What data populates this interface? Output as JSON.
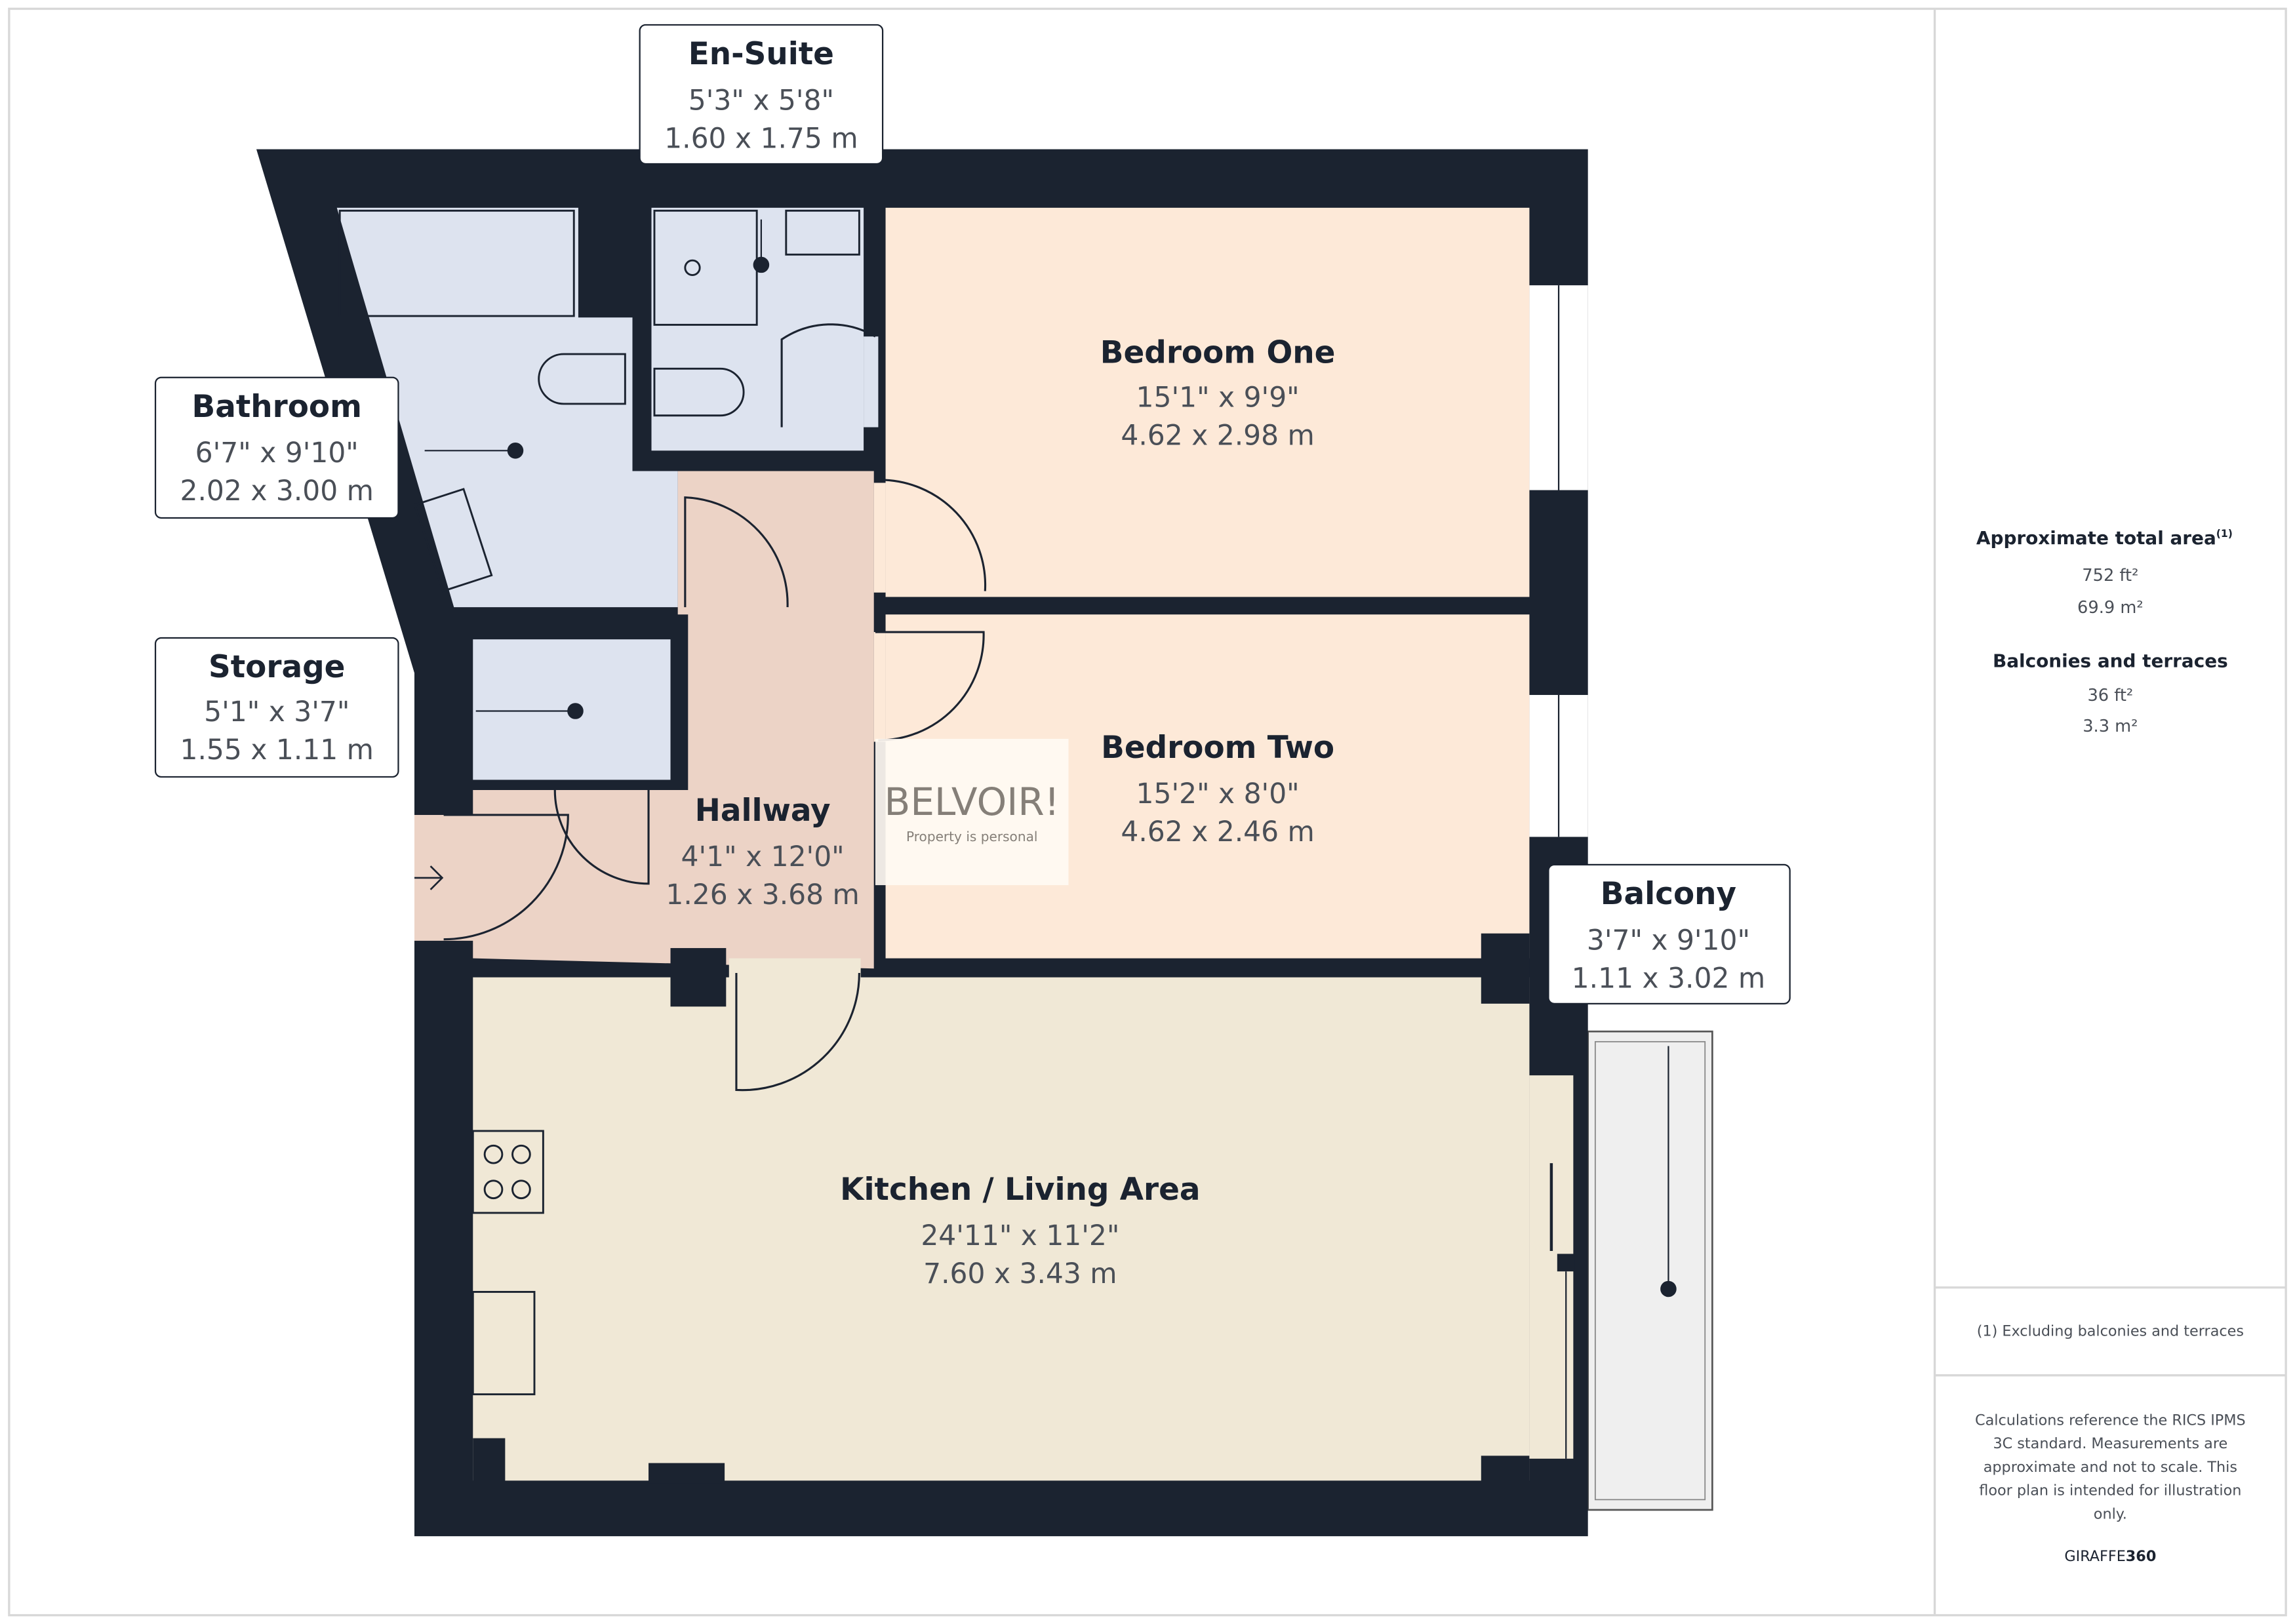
{
  "rooms": {
    "en_suite": {
      "name": "En-Suite",
      "imperial": "5'3\" x 5'8\"",
      "metric": "1.60 x 1.75 m"
    },
    "bathroom": {
      "name": "Bathroom",
      "imperial": "6'7\" x 9'10\"",
      "metric": "2.02 x 3.00 m"
    },
    "storage": {
      "name": "Storage",
      "imperial": "5'1\" x 3'7\"",
      "metric": "1.55 x 1.11 m"
    },
    "bedroom_one": {
      "name": "Bedroom One",
      "imperial": "15'1\" x 9'9\"",
      "metric": "4.62 x 2.98 m"
    },
    "bedroom_two": {
      "name": "Bedroom Two",
      "imperial": "15'2\" x 8'0\"",
      "metric": "4.62 x 2.46 m"
    },
    "hallway": {
      "name": "Hallway",
      "imperial": "4'1\" x 12'0\"",
      "metric": "1.26 x 3.68 m"
    },
    "kitchen": {
      "name": "Kitchen / Living Area",
      "imperial": "24'11\" x 11'2\"",
      "metric": "7.60 x 3.43 m"
    },
    "balcony": {
      "name": "Balcony",
      "imperial": "3'7\" x 9'10\"",
      "metric": "1.11 x 3.02 m"
    }
  },
  "watermark": {
    "brand": "BELVOIR!",
    "tagline": "Property is personal"
  },
  "panel": {
    "total_area_label": "Approximate total area",
    "total_area_note_marker": "(1)",
    "total_area_ft": "752 ft²",
    "total_area_m": "69.9 m²",
    "balconies_label": "Balconies and terraces",
    "balconies_ft": "36 ft²",
    "balconies_m": "3.3 m²",
    "footnote": "(1) Excluding balconies and terraces",
    "disclaimer_lines": [
      "Calculations reference the RICS IPMS",
      "3C standard. Measurements are",
      "approximate and not to scale. This",
      "floor plan is intended for illustration",
      "only."
    ],
    "brand_light": "GIRAFFE",
    "brand_bold": "360"
  },
  "colors": {
    "wall": "#1b2330",
    "wet_room": "#dde3ef",
    "bedroom": "#fde9d8",
    "hallway": "#ecd3c6",
    "kitchen": "#f0e8d6",
    "balcony": "#efefef"
  }
}
